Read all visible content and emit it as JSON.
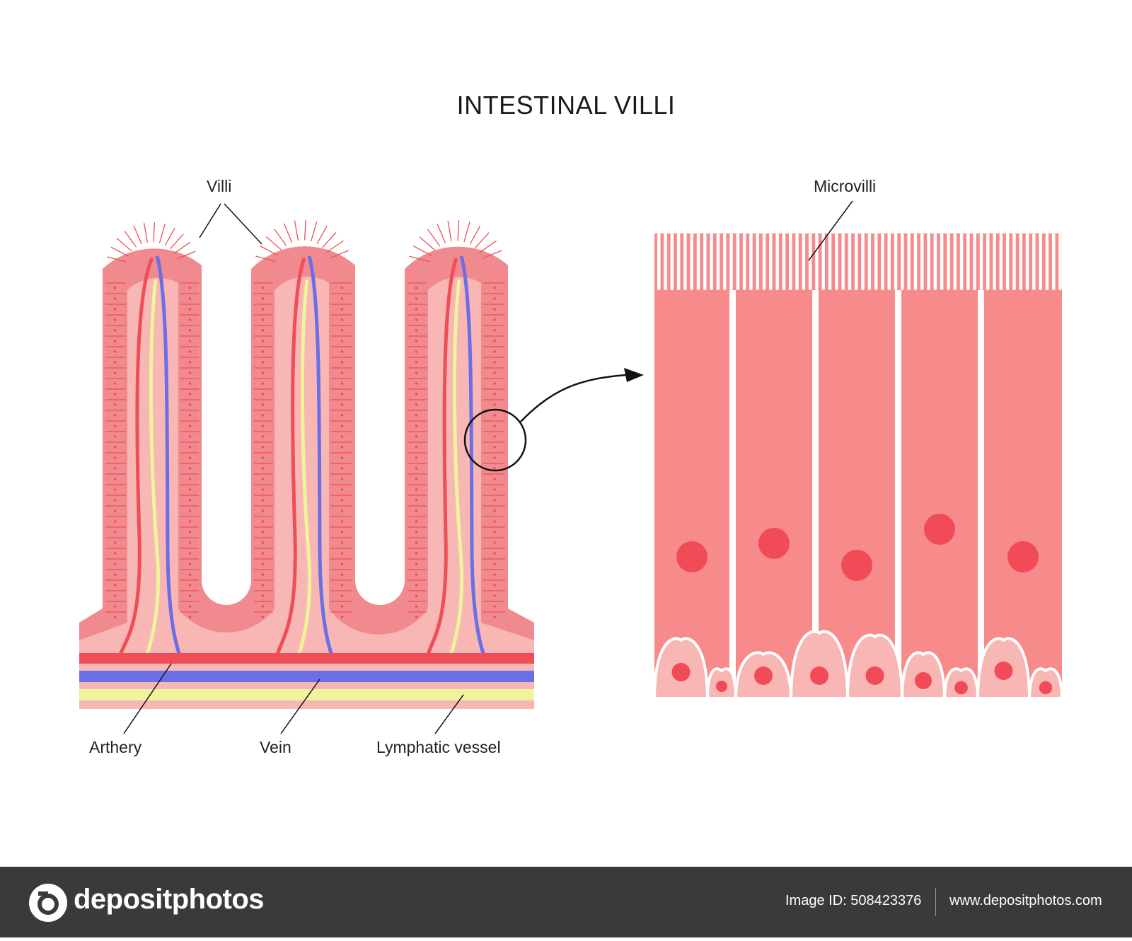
{
  "title": "INTESTINAL VILLI",
  "labels": {
    "villi": "Villi",
    "microvilli": "Microvilli",
    "artery": "Arthery",
    "vein": "Vein",
    "lymphatic": "Lymphatic vessel"
  },
  "colors": {
    "epithelium": "#f08a8e",
    "core": "#f8b6b5",
    "artery": "#ef4e58",
    "vein": "#6b6fe6",
    "lymphatic": "#eef39c",
    "cell": "#f78b8c",
    "nucleus": "#f04b57"
  },
  "footer": {
    "brand": "depositphotos",
    "image_id": "Image ID: 508423376",
    "url": "www.depositphotos.com"
  }
}
